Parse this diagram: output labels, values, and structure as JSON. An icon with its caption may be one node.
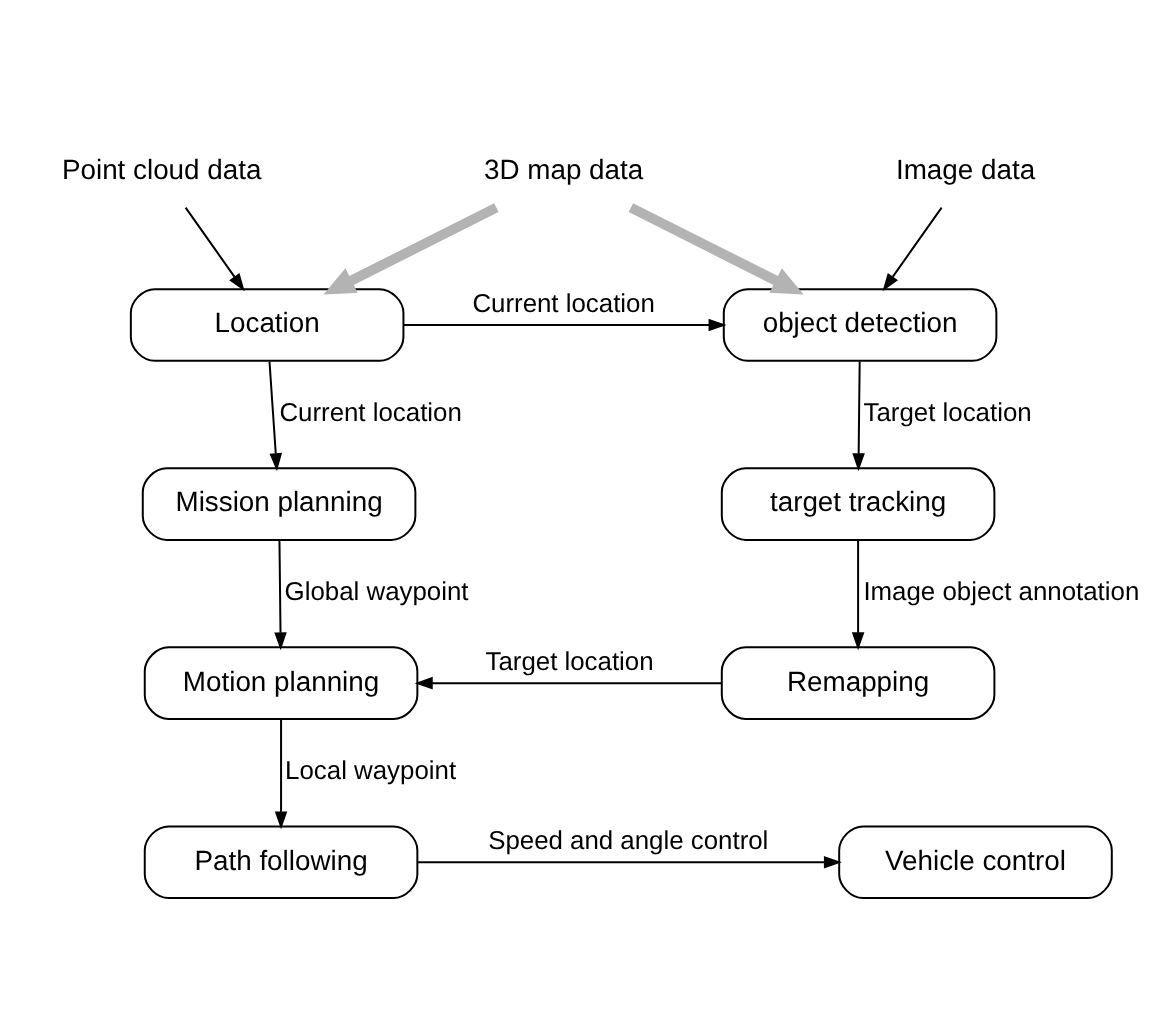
{
  "diagram": {
    "nodes": [
      {
        "text": [
          "Point cloud data"
        ]
      },
      {
        "text": [
          "3D map data"
        ]
      },
      {
        "text": [
          "Image data"
        ]
      },
      {
        "text": [
          "Location"
        ]
      },
      {
        "text": [
          "object detection"
        ]
      },
      {
        "text": [
          "Mission planning"
        ]
      },
      {
        "text": [
          "target tracking"
        ]
      },
      {
        "text": [
          "Motion planning"
        ]
      },
      {
        "text": [
          "Remapping"
        ]
      },
      {
        "text": [
          "Path following"
        ]
      },
      {
        "text": [
          "Vehicle control"
        ]
      }
    ],
    "edges": [
      {
        "from": 0,
        "to": 3,
        "arrow": "to"
      },
      {
        "from": 1,
        "to": 3,
        "arrow": "to",
        "style": "thick",
        "color": "#b3b3b3"
      },
      {
        "from": 1,
        "to": 4,
        "arrow": "to",
        "style": "thick",
        "color": "#b3b3b3"
      },
      {
        "from": 2,
        "to": 4,
        "arrow": "to"
      },
      {
        "from": 3,
        "to": 4,
        "arrow": "to",
        "label": "Current location"
      },
      {
        "from": 3,
        "to": 5,
        "arrow": "to",
        "label": "Current location"
      },
      {
        "from": 4,
        "to": 6,
        "arrow": "to",
        "label": "Target location"
      },
      {
        "from": 5,
        "to": 7,
        "arrow": "to",
        "label": "Global waypoint"
      },
      {
        "from": 6,
        "to": 8,
        "arrow": "to",
        "label": "Image object annotation"
      },
      {
        "from": 8,
        "to": 7,
        "arrow": "to",
        "label": "Target location"
      },
      {
        "from": 7,
        "to": 9,
        "arrow": "to",
        "label": "Local waypoint"
      },
      {
        "from": 9,
        "to": 10,
        "arrow": "to",
        "label": "Speed and angle control"
      }
    ]
  }
}
